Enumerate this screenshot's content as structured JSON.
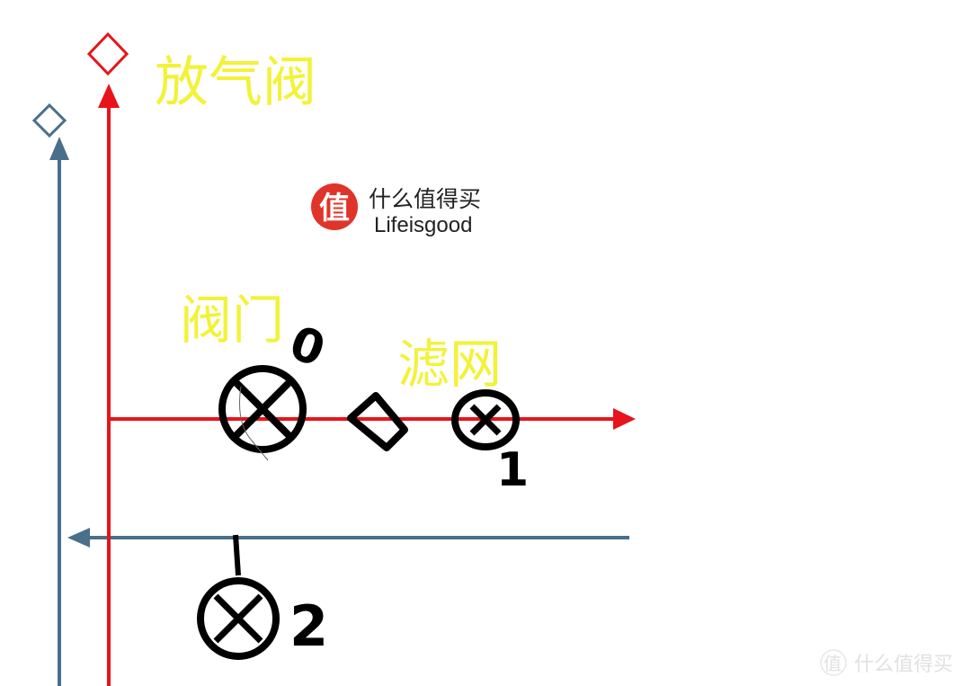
{
  "labels": {
    "vent_valve": "放气阀",
    "valve": "阀门",
    "filter": "滤网"
  },
  "handwritten_numbers": {
    "valve_0": "0",
    "valve_1": "1",
    "valve_2": "2"
  },
  "logo": {
    "glyph": "值",
    "name": "什么值得买",
    "slogan": "Lifeisgood"
  },
  "watermark": {
    "glyph": "值",
    "text": "什么值得买"
  },
  "colors": {
    "red_line": "#e8141b",
    "blue_line": "#4a6f8a",
    "label_yellow": "#f2f23a",
    "logo_red": "#e0342a"
  }
}
